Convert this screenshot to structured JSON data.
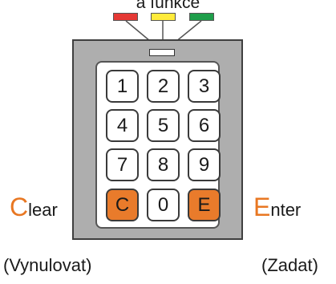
{
  "top_label": "a funkce",
  "leds": [
    {
      "name": "red-led",
      "color": "#e53935"
    },
    {
      "name": "yellow-led",
      "color": "#ffeb3b"
    },
    {
      "name": "green-led",
      "color": "#1e9e4a"
    }
  ],
  "keys": [
    {
      "label": "1",
      "color": "#ffffff"
    },
    {
      "label": "2",
      "color": "#ffffff"
    },
    {
      "label": "3",
      "color": "#ffffff"
    },
    {
      "label": "4",
      "color": "#ffffff"
    },
    {
      "label": "5",
      "color": "#ffffff"
    },
    {
      "label": "6",
      "color": "#ffffff"
    },
    {
      "label": "7",
      "color": "#ffffff"
    },
    {
      "label": "8",
      "color": "#ffffff"
    },
    {
      "label": "9",
      "color": "#ffffff"
    },
    {
      "label": "C",
      "color": "#e97b2b"
    },
    {
      "label": "0",
      "color": "#ffffff"
    },
    {
      "label": "E",
      "color": "#e97b2b"
    }
  ],
  "clear": {
    "initial": "C",
    "rest": "lear",
    "note": "(Vynulovat)"
  },
  "enter": {
    "initial": "E",
    "rest": "nter",
    "note": "(Zadat)"
  },
  "colors": {
    "accent": "#e87722",
    "panel": "#aeaeae"
  }
}
